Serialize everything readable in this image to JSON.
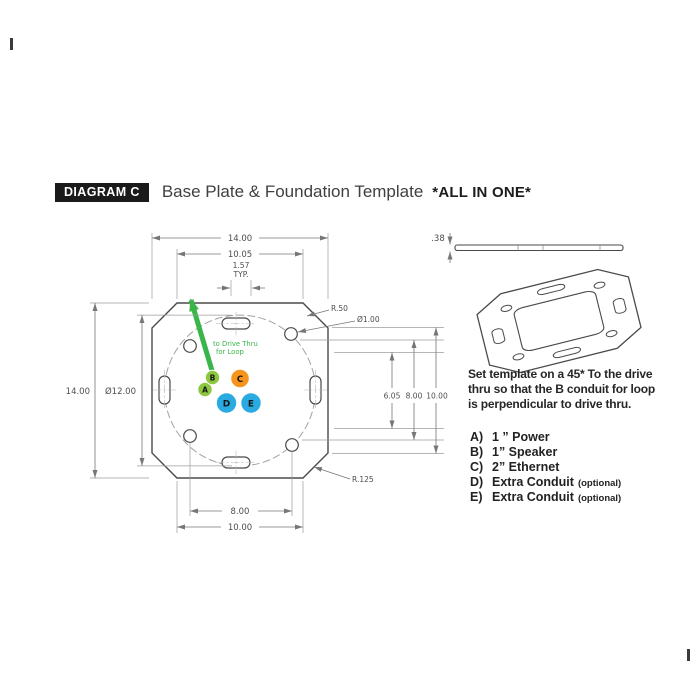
{
  "header": {
    "badge": "DIAGRAM C",
    "title": "Base Plate & Foundation Template",
    "subtitle": "*ALL IN ONE*"
  },
  "drawing": {
    "dim_top_width": "14.00",
    "dim_inner_width": "10.05",
    "dim_typ_value": "1.57",
    "dim_typ_label": "TYP.",
    "dim_corner_radius": "R.50",
    "dim_hole_dia": "Ø1.00",
    "dim_left_height": "14.00",
    "dim_circle_dia": "Ø12.00",
    "dim_right_inner": "6.05",
    "dim_right_mid": "8.00",
    "dim_right_outer": "10.00",
    "dim_fillet": "R.125",
    "dim_bottom_inner": "8.00",
    "dim_bottom_outer": "10.00",
    "dim_thickness": ".38",
    "arrow_note_line1": "to Drive Thru",
    "arrow_note_line2": "for Loop",
    "arrow_color": "#39b54a",
    "conduits": [
      {
        "id": "A",
        "color": "#8dc63f"
      },
      {
        "id": "B",
        "color": "#8dc63f"
      },
      {
        "id": "C",
        "color": "#f7941d"
      },
      {
        "id": "D",
        "color": "#29abe2"
      },
      {
        "id": "E",
        "color": "#29abe2"
      }
    ]
  },
  "note": {
    "lines": [
      "Set template on a 45* To the drive",
      "thru so that the B conduit for loop",
      "is perpendicular to drive thru."
    ]
  },
  "legend": [
    {
      "key": "A)",
      "label": "1 ” Power",
      "suffix": ""
    },
    {
      "key": "B)",
      "label": "1” Speaker",
      "suffix": ""
    },
    {
      "key": "C)",
      "label": "2” Ethernet",
      "suffix": ""
    },
    {
      "key": "D)",
      "label": "Extra Conduit",
      "suffix": "(optional)"
    },
    {
      "key": "E)",
      "label": "Extra Conduit",
      "suffix": "(optional)"
    }
  ]
}
